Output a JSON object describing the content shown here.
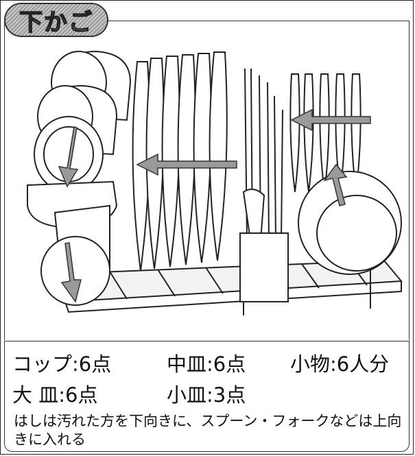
{
  "header": {
    "tab_label": "下かご"
  },
  "capacity": {
    "row1": [
      "コップ:6点",
      "中皿:6点",
      "小物:6人分"
    ],
    "row2": [
      "大 皿:6点",
      "小皿:3点"
    ]
  },
  "note": "はしは汚れた方を下向きに、スプーン・フォークなどは上向きに入れる"
}
